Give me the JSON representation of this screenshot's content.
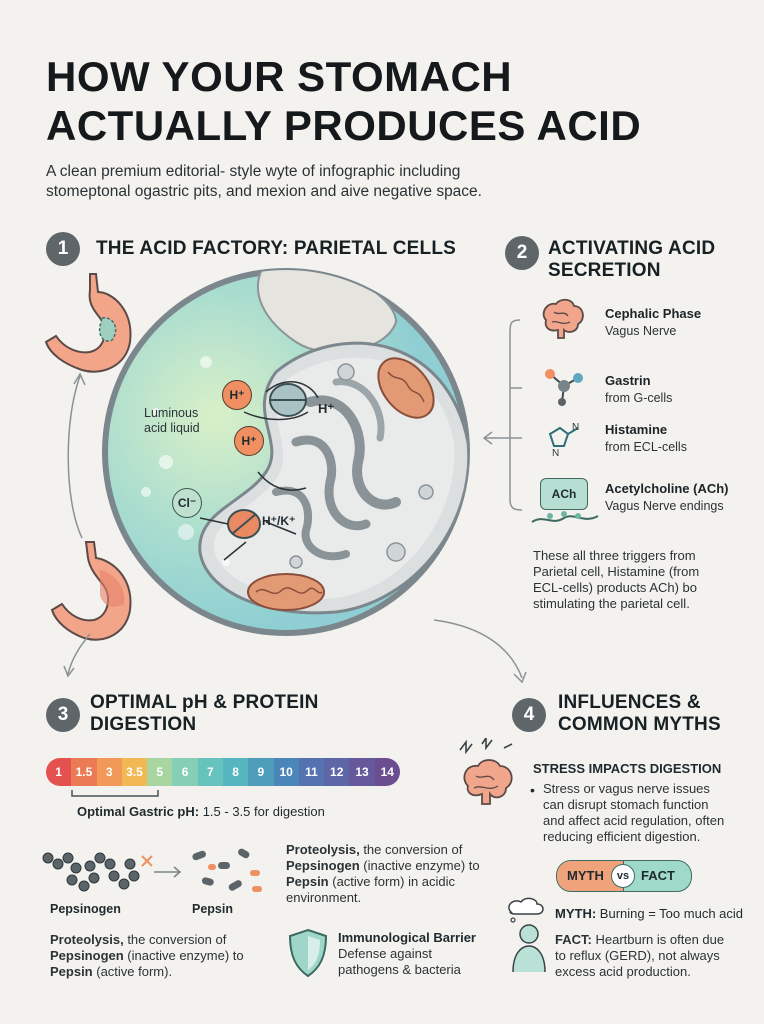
{
  "title": "HOW YOUR STOMACH ACTUALLY PRODUCES ACID",
  "subtitle": "A clean premium editorial- style wyte of infographic including stomeptonal ogastric pits, and mexion and aive negative space.",
  "section1": {
    "number": "1",
    "title": "THE ACID FACTORY: PARIETAL CELLS",
    "lumen_label": "Luminous acid liquid",
    "ion_h1": "H⁺",
    "ion_h2": "H⁺",
    "ion_h_out": "H⁺",
    "ion_cl": "Cl⁻",
    "ion_hk": "H⁺/K⁺"
  },
  "section2": {
    "number": "2",
    "title": "ACTIVATING ACID SECRETION",
    "triggers": [
      {
        "title": "Cephalic Phase",
        "sub": "Vagus Nerve",
        "icon": "brain-icon"
      },
      {
        "title": "Gastrin",
        "sub": "from G-cells",
        "icon": "molecule-icon"
      },
      {
        "title": "Histamine",
        "sub": "from ECL-cells",
        "icon": "histamine-icon"
      },
      {
        "title": "Acetylcholine (ACh)",
        "sub": "Vagus Nerve endings",
        "icon": "ach-icon",
        "icon_label": "ACh"
      }
    ],
    "note": "These all three triggers from Parietal cell, Histamine (from ECL-cells) products ACh) bo stimulating the parietal cell."
  },
  "section3": {
    "number": "3",
    "title": "OPTIMAL pH & PROTEIN DIGESTION",
    "ph_values": [
      "1",
      "1.5",
      "3",
      "3.5",
      "5",
      "6",
      "7",
      "8",
      "9",
      "10",
      "11",
      "12",
      "13",
      "14"
    ],
    "ph_colors": [
      "#e4524f",
      "#ec7b55",
      "#f29858",
      "#f2b853",
      "#a9d6a0",
      "#86cfb7",
      "#66c3bd",
      "#55b6bf",
      "#4d9dbb",
      "#4a86b7",
      "#5573b0",
      "#5d66a6",
      "#65599c",
      "#6a4e90"
    ],
    "optimal_label": "Optimal Gastric pH:",
    "optimal_value": "1.5 - 3.5 for digestion",
    "pepsinogen_label": "Pepsinogen",
    "pepsin_label": "Pepsin",
    "proteolysis_right": {
      "bold1": "Proteolysis,",
      "t1": " the conversion of ",
      "bold2": "Pepsinogen",
      "t2": " (inactive enzyme) to ",
      "bold3": "Pepsin",
      "t3": " (active form) in acidic environment."
    },
    "proteolysis_left": {
      "bold1": "Proteolysis,",
      "t1": " the conversion of ",
      "bold2": "Pepsinogen",
      "t2": " (inactive enzyme) to ",
      "bold3": "Pepsin",
      "t3": " (active form)."
    },
    "barrier_title": "Immunological Barrier",
    "barrier_text": "Defense against pathogens & bacteria"
  },
  "section4": {
    "number": "4",
    "title": "INFLUENCES & COMMON MYTHS",
    "stress_title": "STRESS IMPACTS DIGESTION",
    "stress_text": "Stress or vagus nerve issues can disrupt stomach function and affect acid regulation, often reducing efficient digestion.",
    "myth_word": "MYTH",
    "vs_word": "vs",
    "fact_word": "FACT",
    "myth_label": "MYTH:",
    "myth_text": "Burning = Too much acid",
    "fact_label": "FACT:",
    "fact_text": "Heartburn is often due to reflux (GERD), not always excess acid production."
  }
}
